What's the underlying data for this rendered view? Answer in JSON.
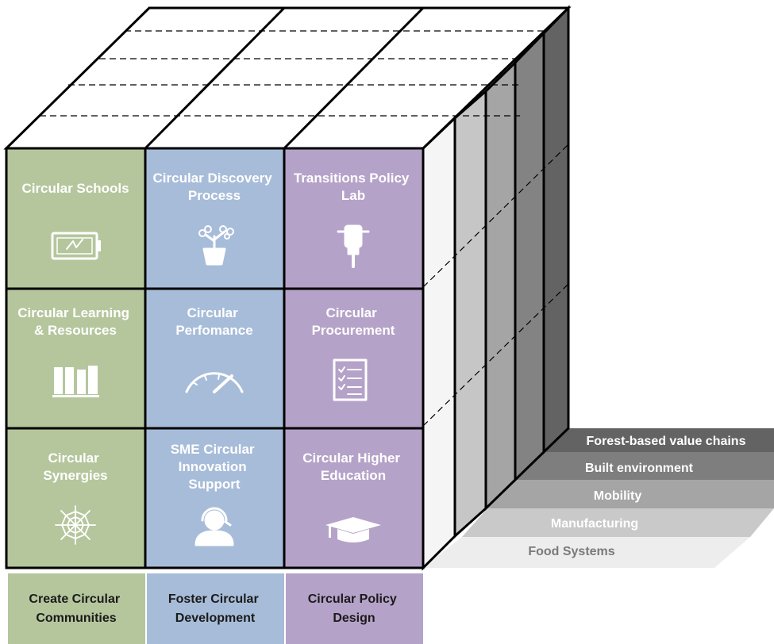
{
  "colors": {
    "green": "#b5c69d",
    "blue": "#a7bcd8",
    "purple": "#b5a2c8",
    "outline": "#000000"
  },
  "cells": [
    {
      "lines": [
        "Circular Schools"
      ],
      "icon": "battery-icon"
    },
    {
      "lines": [
        "Circular Discovery",
        "Process"
      ],
      "icon": "potted-plant-icon"
    },
    {
      "lines": [
        "Transitions Policy",
        "Lab"
      ],
      "icon": "jackhammer-icon"
    },
    {
      "lines": [
        "Circular Learning",
        "& Resources"
      ],
      "icon": "books-icon"
    },
    {
      "lines": [
        "Circular",
        "Perfomance"
      ],
      "icon": "speedometer-icon"
    },
    {
      "lines": [
        "Circular",
        "Procurement"
      ],
      "icon": "checklist-icon"
    },
    {
      "lines": [
        "Circular",
        "Synergies"
      ],
      "icon": "spider-web-icon"
    },
    {
      "lines": [
        "SME Circular",
        "Innovation",
        "Support"
      ],
      "icon": "headset-user-icon"
    },
    {
      "lines": [
        "Circular Higher",
        "Education"
      ],
      "icon": "graduation-cap-icon"
    }
  ],
  "pillars": [
    {
      "lines": [
        "Create Circular",
        "Communities"
      ]
    },
    {
      "lines": [
        "Foster Circular",
        "Development"
      ]
    },
    {
      "lines": [
        "Circular Policy",
        "Design"
      ]
    }
  ],
  "sectors": [
    {
      "label": "Forest-based value chains",
      "color": "#636363",
      "text_color": "#ffffff"
    },
    {
      "label": "Built environment",
      "color": "#7e7e7e",
      "text_color": "#ffffff"
    },
    {
      "label": "Mobility",
      "color": "#a5a5a5",
      "text_color": "#ffffff"
    },
    {
      "label": "Manufacturing",
      "color": "#c9c9c9",
      "text_color": "#ffffff"
    },
    {
      "label": "Food Systems",
      "color": "#ededed",
      "text_color": "#7a7a7a"
    }
  ]
}
